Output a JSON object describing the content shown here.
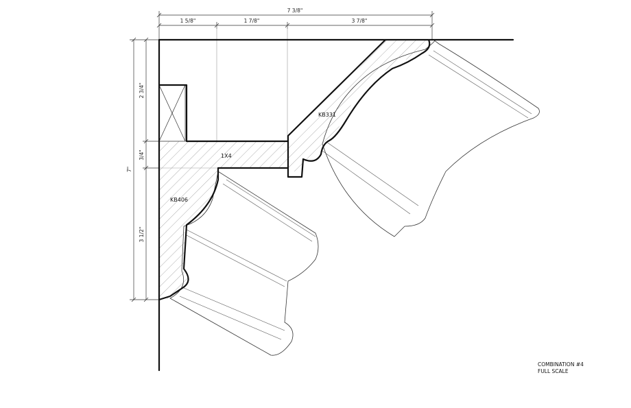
{
  "dimensions": {
    "top_total": "7 3/8\"",
    "top_a": "1 5/8\"",
    "top_b": "1 7/8\"",
    "top_c": "3 7/8\"",
    "left_total": "7\"",
    "left_a": "2 3/4\"",
    "left_b": "3/4\"",
    "left_c": "3 1/2\""
  },
  "labels": {
    "crown_upper": "KB331",
    "board": "1X4",
    "crown_lower": "KB406"
  },
  "note": {
    "line1": "COMBINATION #4",
    "line2": "FULL SCALE"
  }
}
